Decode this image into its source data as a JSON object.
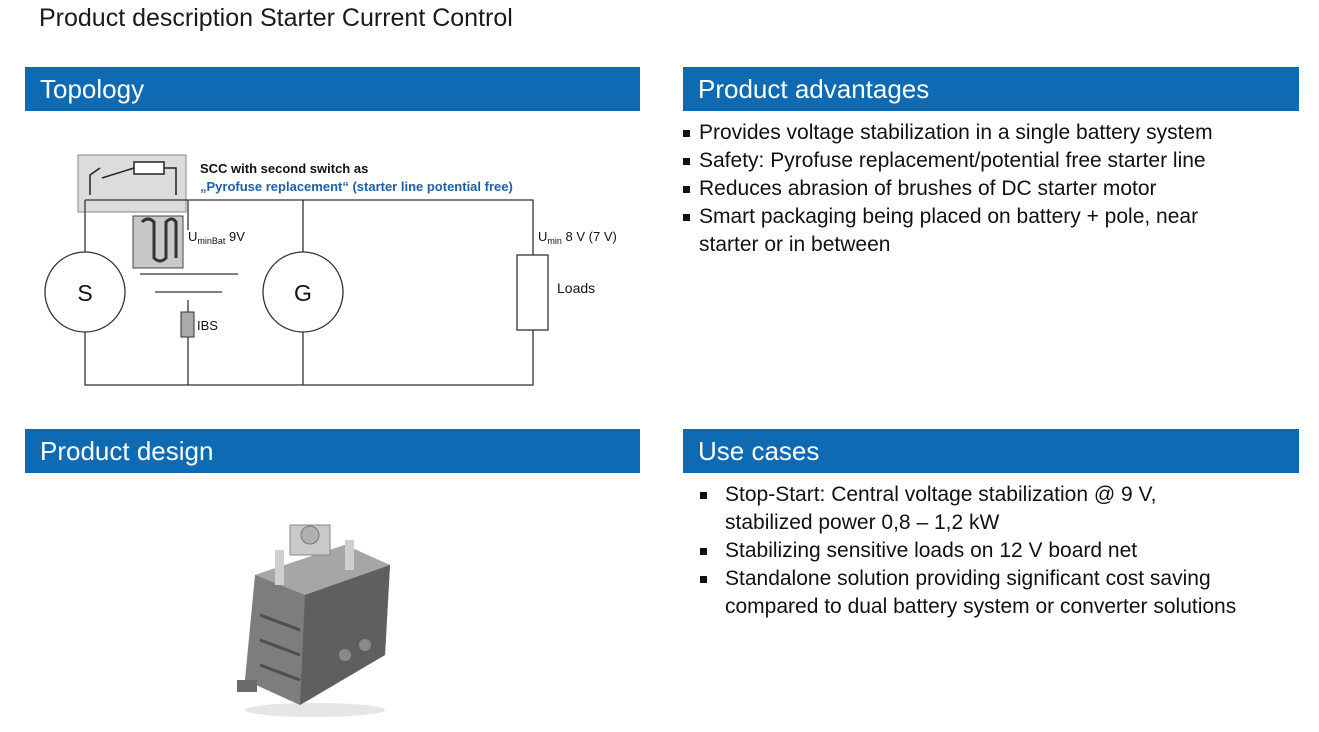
{
  "page": {
    "title": "Product description Starter Current Control"
  },
  "panels": {
    "topology": {
      "title": "Topology"
    },
    "advantages": {
      "title": "Product advantages",
      "items": [
        "Provides voltage stabilization in a single battery system",
        "Safety: Pyrofuse replacement/potential free starter line",
        "Reduces abrasion of brushes of DC starter motor",
        "Smart packaging being placed on battery + pole, near starter or in between"
      ]
    },
    "design": {
      "title": "Product design"
    },
    "use_cases": {
      "title": "Use cases",
      "items": [
        "Stop-Start: Central voltage stabilization @ 9 V, stabilized power 0,8 – 1,2 kW",
        "Stabilizing sensitive loads on 12 V board net",
        "Standalone solution providing significant cost saving compared to dual battery system or converter solutions"
      ]
    }
  },
  "diagram": {
    "scc_label": "SCC with second switch as",
    "scc_sublabel": "„Pyrofuse replacement“ (starter line potential free)",
    "scc_sublabel_color": "#1f5fa6",
    "starter": "S",
    "generator": "G",
    "ibs": "IBS",
    "loads": "Loads",
    "umin_bat": {
      "u": "U",
      "sub": "minBat",
      "value": " 9V"
    },
    "umin": {
      "u": "U",
      "sub": "min",
      "value": " 8 V (7 V)"
    }
  },
  "colors": {
    "header_bg": "#0f6ab4",
    "header_text": "#ffffff"
  }
}
